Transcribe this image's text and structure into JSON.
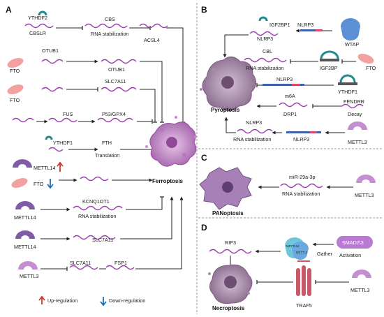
{
  "panels": {
    "a": "A",
    "b": "B",
    "c": "C",
    "d": "D"
  },
  "panel_a": {
    "ythdf2": "YTHDF2",
    "cbslr": "CBSLR",
    "cbs": "CBS",
    "rna_stab_1": "RNA stabilization",
    "acsl4": "ACSL4",
    "fto_1": "FTO",
    "otub1_gene": "OTUB1",
    "otub1_prot": "OTUB1",
    "fto_2": "FTO",
    "slc7a11_1": "SLC7A11",
    "fus": "FUS",
    "p53_gpx4": "P53/GPX4",
    "ythdf1": "YTHDF1",
    "fth": "FTH",
    "translation": "Translation",
    "mettl14_1": "METTL14",
    "fto_3": "FTO",
    "ferroptosis": "Ferroptosis",
    "mettl14_2": "METTL14",
    "kcnq1ot1": "KCNQ1OT1",
    "rna_stab_2": "RNA stabilization",
    "mettl14_3": "METTL14",
    "slc7a11_2": "SLC7A11",
    "slc7a11_3": "SLC7A11",
    "fsp1": "FSP1",
    "mettl3": "METTL3",
    "legend_up": "Up-regulation",
    "legend_down": "Down-regulation"
  },
  "panel_b": {
    "igf2bp1": "IGF2BP1",
    "nlrp3_top": "NLRP3",
    "nlrp3_line": "NLRP3",
    "wtap": "WTAP",
    "cbl": "CBL",
    "rna_stab": "RNA stabilization",
    "igf2bp": "IGF2BP",
    "fto": "FTO",
    "pyroptosis": "Pyroptosis",
    "nlrp3_mid": "NLRP3",
    "ythdf1": "YTHDF1",
    "m6a": "m6A",
    "drp1": "DRP1",
    "fendrr": "FENDRR",
    "decay": "Decay",
    "nlrp3_low": "NLRP3",
    "rna_stab_2": "RNA stabilization",
    "nlrp3_bot": "NLRP3",
    "mettl3": "METTL3"
  },
  "panel_c": {
    "mir": "miR-29a-3p",
    "rna_stab": "RNA stabilization",
    "mettl3": "METTL3",
    "panoptosis": "PANoptosis"
  },
  "panel_d": {
    "rip3": "RIP3",
    "mettl14": "METTL14",
    "mettl3_small": "METTL3",
    "gather": "Gather",
    "smad": "SMAD2\\3",
    "activation": "Activation",
    "traf5": "TRAF5",
    "necroptosis": "Necroptosis",
    "mettl3": "METTL3"
  },
  "colors": {
    "rna": "#9a3fae",
    "mettl": "#7e5da6",
    "fto": "#f2a0a0",
    "ythdf": "#1f8a8a",
    "wtap": "#5b8fd6",
    "up_arrow": "#d9302c",
    "down_arrow": "#1a6fb5",
    "smad": "#b97ad1",
    "cell": "#c98bcf"
  }
}
